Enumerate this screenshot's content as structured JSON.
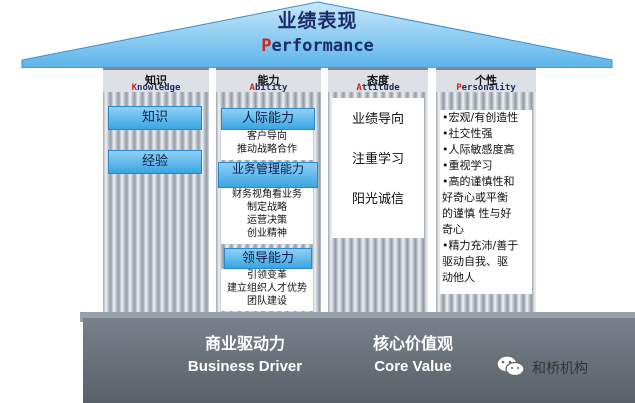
{
  "roof": {
    "title_cn": "业绩表现",
    "title_en_first": "P",
    "title_en_rest": "erformance"
  },
  "pillars": [
    {
      "title_cn": "知识",
      "title_en_first": "K",
      "title_en_rest": "nowledge",
      "items": [
        "知识",
        "经验"
      ]
    },
    {
      "title_cn": "能力",
      "title_en_first": "A",
      "title_en_rest": "bility",
      "groups": [
        {
          "head": "人际能力",
          "lines": [
            "客户导向",
            "推动战略合作"
          ]
        },
        {
          "head": "业务管理能力",
          "lines": [
            "财务视角看业务",
            "制定战略",
            "运营决策",
            "创业精神"
          ]
        },
        {
          "head": "领导能力",
          "lines": [
            "引领变革",
            "建立组织人才优势",
            "团队建设"
          ]
        }
      ]
    },
    {
      "title_cn": "态度",
      "title_en_first": "A",
      "title_en_rest": "ttitude",
      "items": [
        "业绩导向",
        "注重学习",
        "阳光诚信"
      ]
    },
    {
      "title_cn": "个性",
      "title_en_first": "P",
      "title_en_rest": "ersonality",
      "lines": [
        "•宏观/有创造性",
        "•社交性强",
        "•人际敏感度高",
        "•重视学习",
        "•高的谨慎性和",
        "好奇心或平衡",
        "的谨慎 性与好",
        "奇心",
        "•精力充沛/善于",
        "驱动自我、驱",
        "动他人"
      ]
    }
  ],
  "base": {
    "left_cn": "商业驱动力",
    "left_en": "Business Driver",
    "right_cn": "核心价值观",
    "right_en": "Core Value"
  },
  "watermark": "和桥机构"
}
